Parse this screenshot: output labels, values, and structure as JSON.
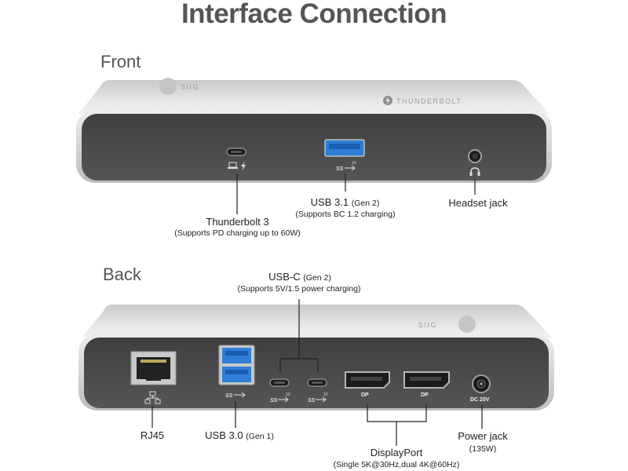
{
  "title": "Interface Connection",
  "front": {
    "label": "Front",
    "brand_text": "THUNDERBOLT",
    "thunderbolt": {
      "name": "Thunderbolt 3",
      "note": "(Supports PD charging up to 60W)"
    },
    "usb31": {
      "name": "USB 3.1",
      "gen": "(Gen 2)",
      "note": "(Supports BC 1.2 charging)",
      "logo": "SS",
      "logo_num": "10"
    },
    "headset": {
      "name": "Headset jack"
    }
  },
  "back": {
    "label": "Back",
    "usbc": {
      "name": "USB-C",
      "gen": "(Gen 2)",
      "note": "(Supports 5V/1.5 power charging)",
      "logo": "SS",
      "logo_num": "10"
    },
    "rj45": {
      "name": "RJ45"
    },
    "usb30": {
      "name": "USB 3.0",
      "gen": "(Gen 1)",
      "logo": "SS"
    },
    "displayport": {
      "name": "DisplayPort",
      "note": "(Single 5K@30Hz,dual 4K@60Hz)",
      "port_label": "DP"
    },
    "power": {
      "name": "Power jack",
      "note": "(135W)",
      "port_label": "DC 20V"
    }
  },
  "colors": {
    "body_silver": "#d9d9d9",
    "face_dark": "#4a4a4a",
    "usb3_blue": "#2f7fd8",
    "title_gray": "#555555"
  }
}
